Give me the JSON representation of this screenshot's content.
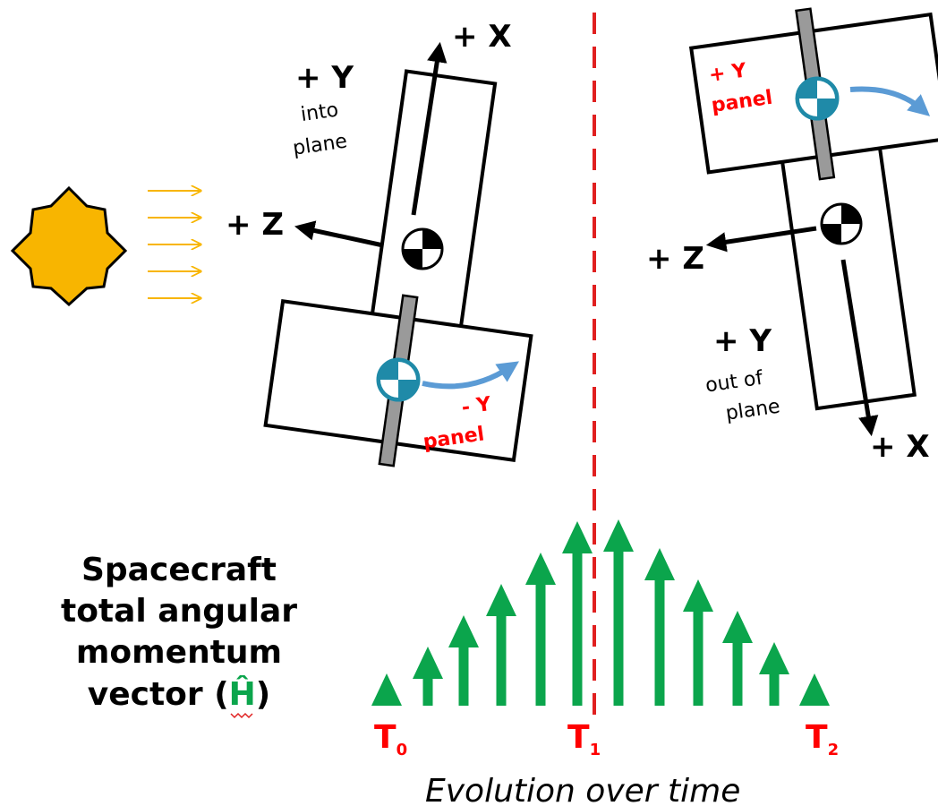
{
  "left": {
    "x_axis": "+ X",
    "y_axis": "+ Y",
    "y_note_1": "into",
    "y_note_2": "plane",
    "z_axis": "+ Z",
    "panel_line_1": "- Y",
    "panel_line_2": "panel"
  },
  "right": {
    "panel_line_1": "+ Y",
    "panel_line_2": "panel",
    "z_axis": "+ Z",
    "y_axis": "+ Y",
    "y_note_1": "out of",
    "y_note_2": "plane",
    "x_axis": "+ X"
  },
  "caption": {
    "line_1": "Spacecraft",
    "line_2": "total angular",
    "line_3": "momentum",
    "line_4_prefix": "vector (",
    "line_4_symbol": "Ĥ",
    "line_4_suffix": ")"
  },
  "timeline": {
    "t0": "T",
    "t0_sub": "0",
    "t1": "T",
    "t1_sub": "1",
    "t2": "T",
    "t2_sub": "2",
    "label": "Evolution over time"
  },
  "colors": {
    "sun": "#f8b500",
    "sun_rays": "#f8b500",
    "momentum_arrows": "#0ba54c",
    "divider": "#e02020",
    "wheel": "#1f8aa8",
    "rotation_arrow": "#5b9bd5",
    "labels_red": "#ff0000"
  }
}
